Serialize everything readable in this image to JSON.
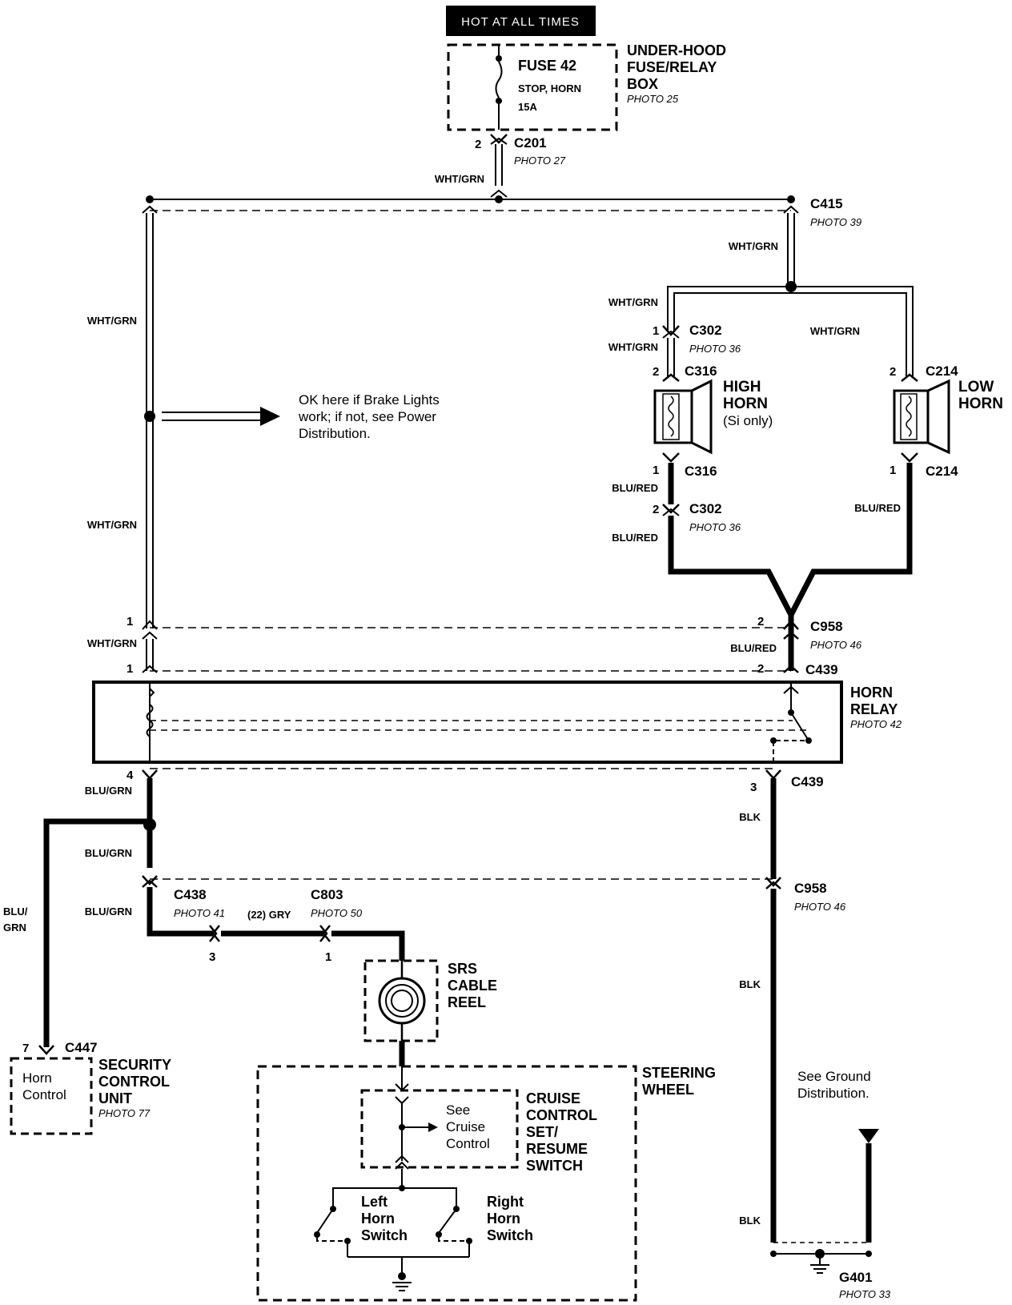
{
  "header": {
    "power_label": "HOT AT ALL TIMES"
  },
  "fusebox": {
    "fuse": "FUSE 42",
    "fuse_desc": "STOP, HORN",
    "rating": "15A",
    "name_lines": [
      "UNDER-HOOD",
      "FUSE/RELAY",
      "BOX"
    ],
    "photo": "PHOTO 25"
  },
  "connectors": {
    "c201": {
      "name": "C201",
      "photo": "PHOTO 27",
      "pin": "2"
    },
    "c415": {
      "name": "C415",
      "photo": "PHOTO 39"
    },
    "c302_top": {
      "name": "C302",
      "photo": "PHOTO 36",
      "pin": "1"
    },
    "c316_top": {
      "name": "C316",
      "pin": "2"
    },
    "c214_top": {
      "name": "C214",
      "pin": "2"
    },
    "c316_bot": {
      "name": "C316",
      "pin": "1"
    },
    "c214_bot": {
      "name": "C214",
      "pin": "1"
    },
    "c302_bot": {
      "name": "C302",
      "photo": "PHOTO 36",
      "pin": "2"
    },
    "c958_top": {
      "name": "C958",
      "photo": "PHOTO 46",
      "pin_left": "1",
      "pin_right": "2"
    },
    "c439_top": {
      "name": "C439",
      "pin_left": "1",
      "pin_right": "2"
    },
    "c439_bot": {
      "name": "C439",
      "pin_left": "4",
      "pin_right": "3"
    },
    "c438": {
      "name": "C438",
      "photo": "PHOTO 41",
      "pin": "3"
    },
    "c803": {
      "name": "C803",
      "photo": "PHOTO 50",
      "pin": "1"
    },
    "c958_bot": {
      "name": "C958",
      "photo": "PHOTO 46"
    },
    "c447": {
      "name": "C447",
      "pin": "7"
    }
  },
  "wires": {
    "wht_grn": "WHT/GRN",
    "blu_red": "BLU/RED",
    "blu_grn": "BLU/GRN",
    "blu_grn_split": [
      "BLU/",
      "GRN"
    ],
    "blk": "BLK",
    "gry": "(22) GRY"
  },
  "note_brake": [
    "OK here if Brake Lights",
    "work; if not, see Power",
    "Distribution."
  ],
  "high_horn": {
    "lines": [
      "HIGH",
      "HORN"
    ],
    "note": "(Si only)"
  },
  "low_horn": {
    "lines": [
      "LOW",
      "HORN"
    ]
  },
  "horn_relay": {
    "lines": [
      "HORN",
      "RELAY"
    ],
    "photo": "PHOTO 42"
  },
  "srs": {
    "lines": [
      "SRS",
      "CABLE",
      "REEL"
    ]
  },
  "security": {
    "inner": [
      "Horn",
      "Control"
    ],
    "lines": [
      "SECURITY",
      "CONTROL",
      "UNIT"
    ],
    "photo": "PHOTO 77"
  },
  "steering": {
    "lines": [
      "STEERING",
      "WHEEL"
    ]
  },
  "cruise": {
    "lines": [
      "CRUISE",
      "CONTROL",
      "SET/",
      "RESUME",
      "SWITCH"
    ],
    "see": [
      "See",
      "Cruise",
      "Control"
    ]
  },
  "switches": {
    "left": [
      "Left",
      "Horn",
      "Switch"
    ],
    "right": [
      "Right",
      "Horn",
      "Switch"
    ]
  },
  "ground": {
    "note": [
      "See Ground",
      "Distribution."
    ],
    "name": "G401",
    "photo": "PHOTO 33"
  }
}
